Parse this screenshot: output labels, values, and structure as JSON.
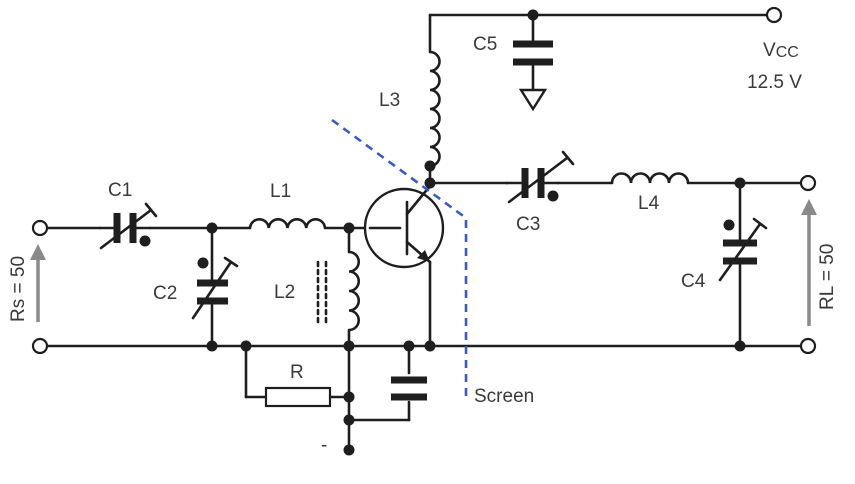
{
  "components": {
    "c1": "C1",
    "c2": "C2",
    "c3": "C3",
    "c4": "C4",
    "c5": "C5",
    "l1": "L1",
    "l2": "L2",
    "l3": "L3",
    "l4": "L4",
    "r": "R"
  },
  "supply": {
    "vcc_main": "V",
    "vcc_sub": "CC",
    "voltage": "12.5 V"
  },
  "source": {
    "label": "Rs = 50"
  },
  "load": {
    "label": "RL = 50"
  },
  "screen": {
    "label": "Screen"
  },
  "bias": {
    "label": "-"
  }
}
